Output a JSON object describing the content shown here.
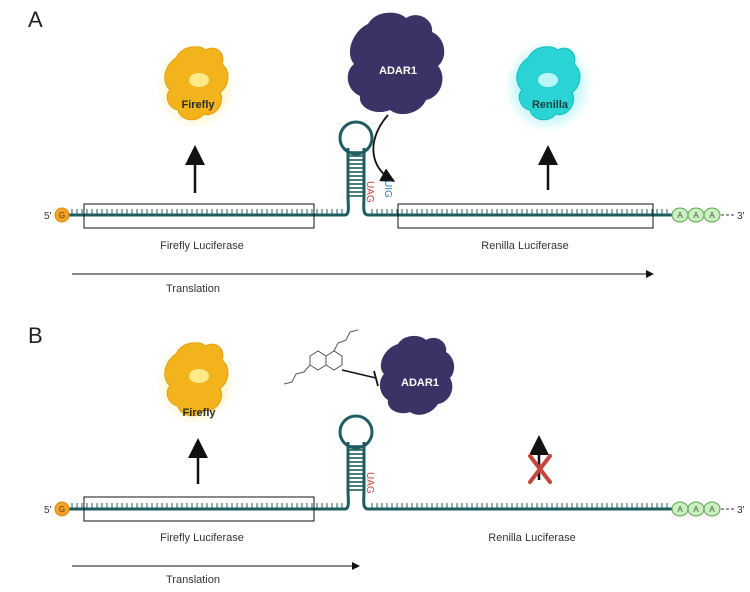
{
  "panels": [
    {
      "letter": "A",
      "five_prime": "5'",
      "cap": "G",
      "three_prime": "3'",
      "poly_a": [
        "A",
        "A",
        "A"
      ],
      "cds1_label": "Firefly Luciferase",
      "cds2_label": "Renilla Luciferase",
      "translation_label": "Translation",
      "codon_left": "UAG",
      "codon_right": "UIG",
      "protein1": "Firefly",
      "protein2": "Renilla",
      "enzyme": "ADAR1"
    },
    {
      "letter": "B",
      "five_prime": "5'",
      "cap": "G",
      "three_prime": "3'",
      "poly_a": [
        "A",
        "A",
        "A"
      ],
      "cds1_label": "Firefly Luciferase",
      "cds2_label": "Renilla Luciferase",
      "translation_label": "Translation",
      "codon_left": "UAG",
      "protein1": "Firefly",
      "enzyme": "ADAR1"
    }
  ],
  "colors": {
    "rna": "#1f5c5f",
    "firefly": "#f2b31c",
    "renilla": "#2ad4d4",
    "adar": "#3b3365",
    "cap": "#f4a22a",
    "polyA_fill": "#cdeec4",
    "polyA_stroke": "#5aa64d",
    "stop_codon": "#c4463d",
    "edited_codon": "#3a7fb0",
    "block_x": "#c4463d"
  }
}
